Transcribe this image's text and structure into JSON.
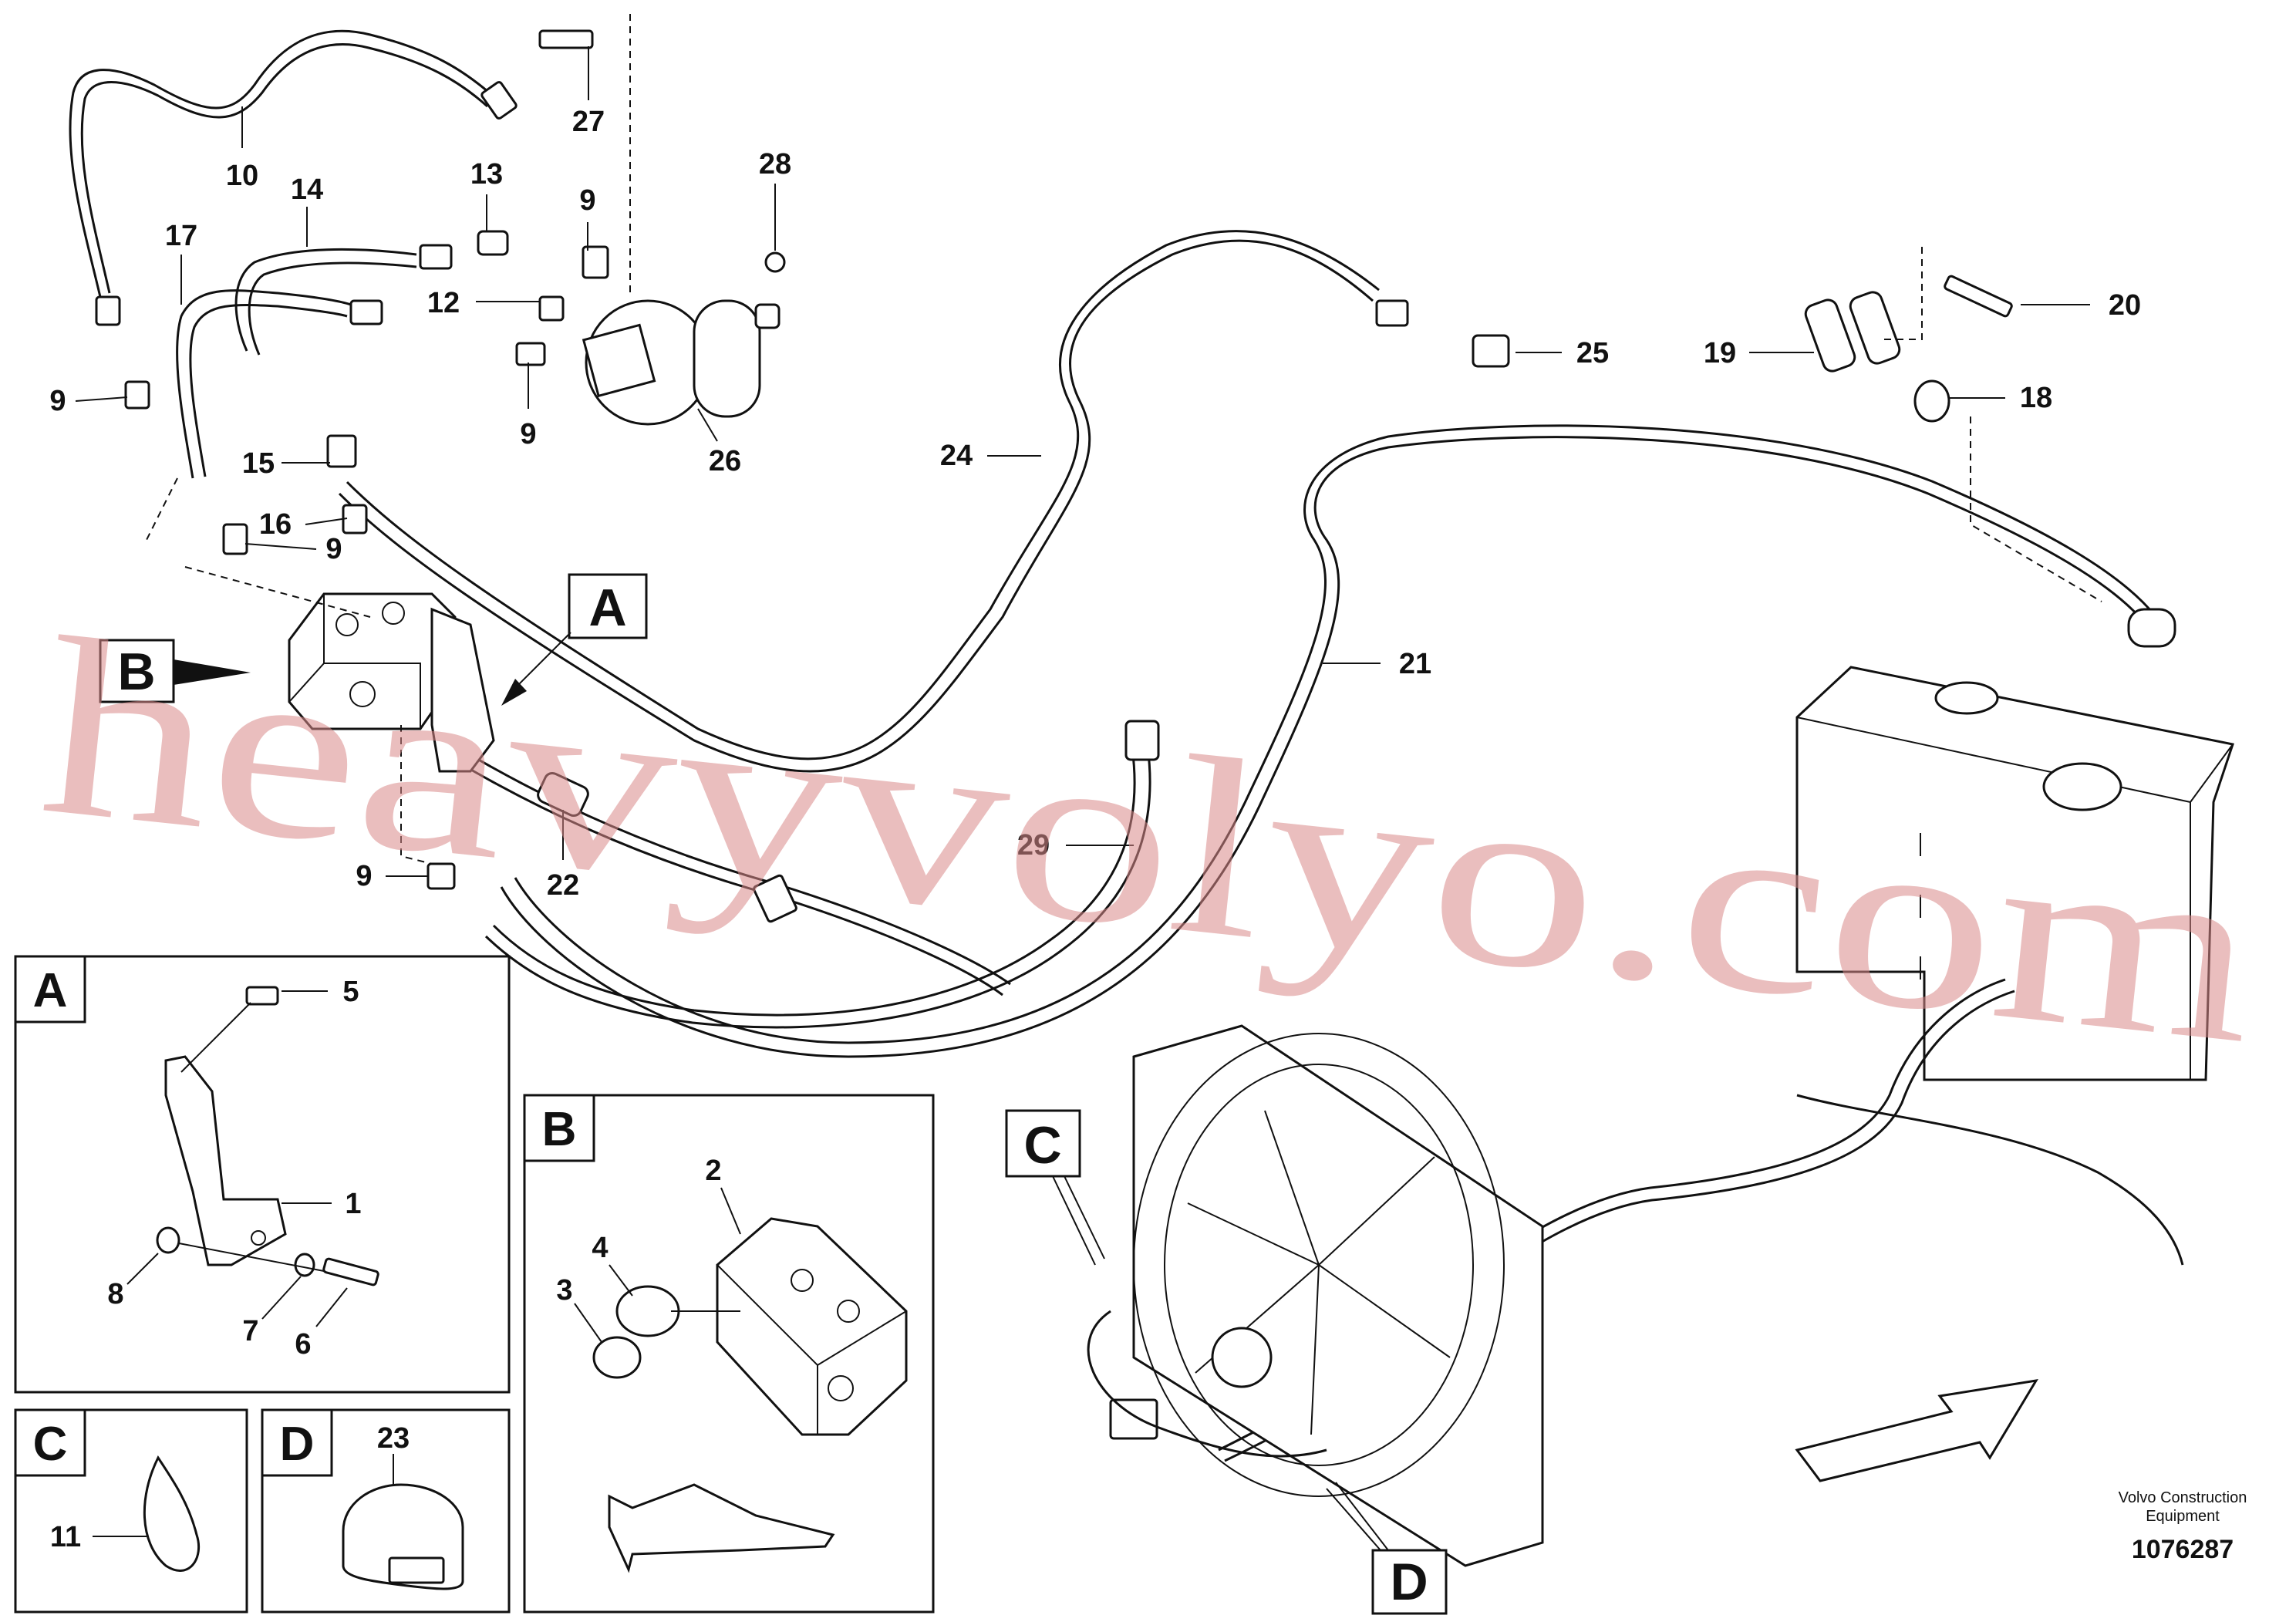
{
  "watermark": "heavyvolyo.com",
  "footer": {
    "line1": "Volvo Construction",
    "line2": "Equipment",
    "drawing_number": "1076287"
  },
  "callouts": {
    "A": "A",
    "B": "B",
    "C": "C",
    "D": "D"
  },
  "detail_boxes": {
    "A": "A",
    "B": "B",
    "C": "C",
    "D": "D"
  },
  "labels": {
    "l1": "1",
    "l2": "2",
    "l3": "3",
    "l4": "4",
    "l5": "5",
    "l6": "6",
    "l7": "7",
    "l8": "8",
    "l9a": "9",
    "l9b": "9",
    "l9c": "9",
    "l9d": "9",
    "l9e": "9",
    "l10": "10",
    "l11": "11",
    "l12": "12",
    "l13": "13",
    "l14": "14",
    "l15": "15",
    "l16": "16",
    "l17": "17",
    "l18": "18",
    "l19": "19",
    "l20": "20",
    "l21": "21",
    "l22": "22",
    "l23": "23",
    "l24": "24",
    "l25": "25",
    "l26": "26",
    "l27": "27",
    "l28": "28",
    "l29": "29"
  },
  "colors": {
    "watermark": "#d98a8a",
    "line": "#111111",
    "background": "#ffffff"
  }
}
